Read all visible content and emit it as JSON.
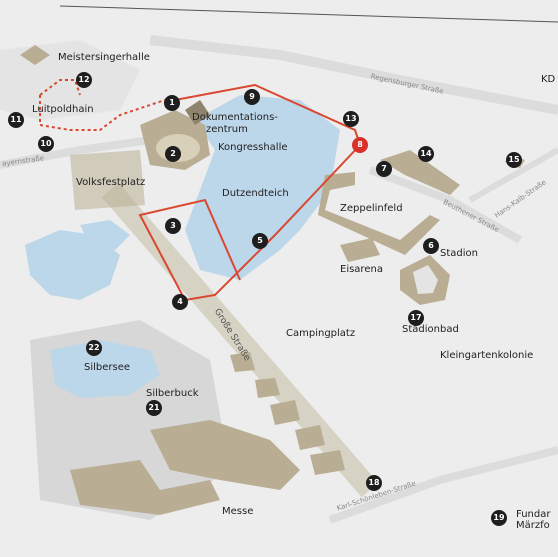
{
  "labels": {
    "meistersingerhalle": "Meistersingerhalle",
    "luitpoldhain": "Luitpoldhain",
    "dokumentationszentrum_1": "Dokumentations-",
    "dokumentationszentrum_2": "zentrum",
    "kongresshalle": "Kongresshalle",
    "volksfestplatz": "Volksfestplatz",
    "dutzendteich": "Dutzendteich",
    "zeppelinfeld": "Zeppelinfeld",
    "stadion": "Stadion",
    "eisarena": "Eisarena",
    "stadionbad": "Stadionbad",
    "campingplatz": "Campingplatz",
    "kleingartenkolonie": "Kleingartenkolonie",
    "silbersee": "Silbersee",
    "silberbuck": "Silberbuck",
    "messe": "Messe",
    "fundament_1": "Fundar",
    "fundament_2": "Märzfo",
    "kd": "KD"
  },
  "streets": {
    "regensburger": "Regensburger Straße",
    "bayern": "ayernstraße",
    "beuthener": "Beuthener Straße",
    "hanskalb": "Hans-Kalb-Straße",
    "grosse": "Große Straße",
    "karl_schoenleben": "Karl-Schönleben-Straße"
  },
  "markers": {
    "m1": "1",
    "m2": "2",
    "m3": "3",
    "m4": "4",
    "m5": "5",
    "m6": "6",
    "m7": "7",
    "m8": "8",
    "m9": "9",
    "m10": "10",
    "m11": "11",
    "m12": "12",
    "m13": "13",
    "m14": "14",
    "m15": "15",
    "m17": "17",
    "m18": "18",
    "m19": "19",
    "m21": "21",
    "m22": "22"
  },
  "colors": {
    "water": "#bcd6ea",
    "building": "#b9ae93",
    "route": "#d9482f",
    "highlight_marker": "#d9302a"
  }
}
